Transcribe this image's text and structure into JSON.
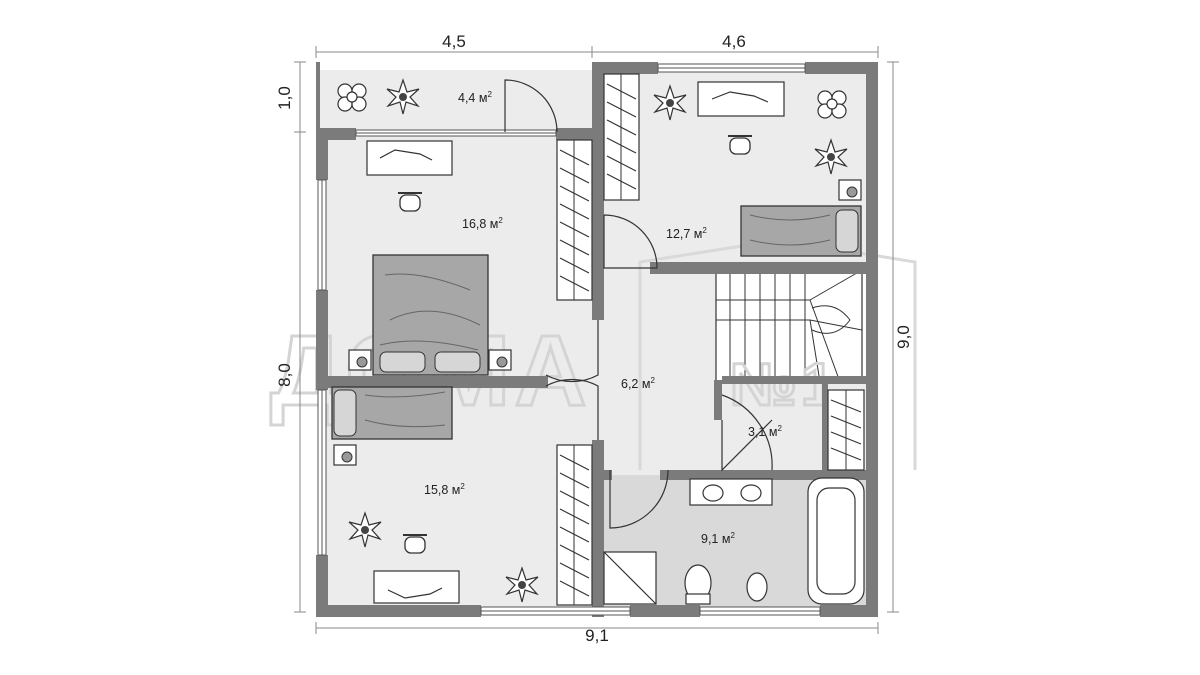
{
  "dimensions": {
    "top_left": "4,5",
    "top_right": "4,6",
    "bottom": "9,1",
    "left_upper": "1,0",
    "left_main": "8,0",
    "right": "9,0"
  },
  "rooms": [
    {
      "id": "balcony",
      "area": "4,4 м",
      "sup": "2"
    },
    {
      "id": "bedroom-1",
      "area": "16,8 м",
      "sup": "2"
    },
    {
      "id": "bedroom-2",
      "area": "12,7 м",
      "sup": "2"
    },
    {
      "id": "hall",
      "area": "6,2 м",
      "sup": "2"
    },
    {
      "id": "storage",
      "area": "3,1 м",
      "sup": "2"
    },
    {
      "id": "bedroom-3",
      "area": "15,8 м",
      "sup": "2"
    },
    {
      "id": "bathroom",
      "area": "9,1 м",
      "sup": "2"
    }
  ],
  "watermark": {
    "text": "ДОМА",
    "suffix": "№1"
  },
  "colors": {
    "wall": "#7b7b7b",
    "floor": "#ececec",
    "bath_floor": "#d9d9d9",
    "furniture": "#a7a7a7",
    "line": "#333333"
  }
}
